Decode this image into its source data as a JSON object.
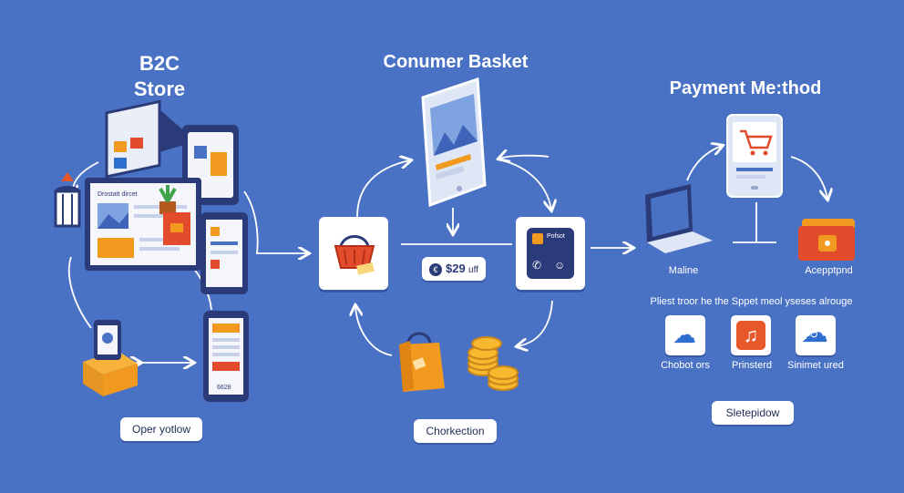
{
  "titles": {
    "b2c_line1": "B2C",
    "b2c_line2": "Store",
    "basket": "Conumer Basket",
    "payment": "Payment Me:thod"
  },
  "basket_node": {
    "price": "$29",
    "price_suffix": "uff",
    "euro_symbol": "€",
    "phone_label": "Pofsot"
  },
  "payment_node": {
    "laptop_caption": "Maline",
    "wallet_caption": "Acepptpnd",
    "description": "Pliest troor he the Sppet meol yseses alrouge",
    "options": [
      {
        "label": "Chobot ors",
        "icon": "cloud-weather-icon",
        "color": "#2f6fd0"
      },
      {
        "label": "Prinsterd",
        "icon": "music-note-icon",
        "color": "#e8572a"
      },
      {
        "label": "Sinimet ured",
        "icon": "cloud-sync-icon",
        "color": "#2f6fd0"
      }
    ]
  },
  "store_node": {
    "screen_heading": "Drostatt dircet",
    "phone_code": "6628"
  },
  "buttons": {
    "open_flow": "Oper yotlow",
    "checkout": "Chorkection",
    "select_window": "Sletepidow"
  },
  "colors": {
    "background": "#4a72c4",
    "accent_orange": "#f29a1f",
    "accent_red": "#e24b2c",
    "navy": "#2b3a78"
  }
}
